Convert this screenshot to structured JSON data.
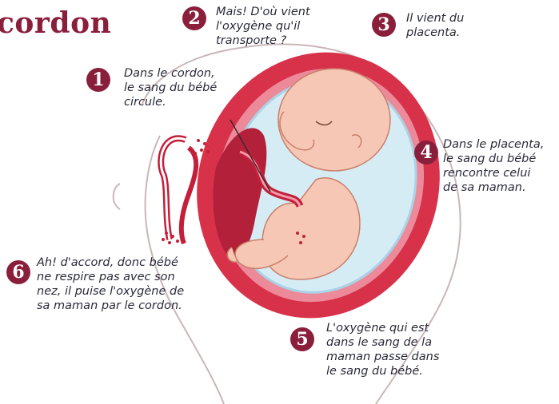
{
  "title": "cordon",
  "callouts": [
    {
      "num": "1",
      "lines": [
        "Dans le cordon,",
        "le sang du bébé",
        "circule."
      ]
    },
    {
      "num": "2",
      "lines": [
        "Mais! D'où vient",
        "l'oxygène qu'il",
        "transporte ?"
      ]
    },
    {
      "num": "3",
      "lines": [
        "Il vient du",
        "placenta."
      ]
    },
    {
      "num": "4",
      "lines": [
        "Dans le placenta,",
        "le sang du bébé",
        "rencontre celui",
        "de sa maman."
      ]
    },
    {
      "num": "5",
      "lines": [
        "L'oxygène qui est",
        "dans le sang de la",
        "maman passe dans",
        "le sang du bébé."
      ]
    },
    {
      "num": "6",
      "lines": [
        "Ah! d'accord, donc bébé",
        "ne respire pas avec son",
        "nez, il puise l'oxygène de",
        "sa maman par le cordon."
      ]
    }
  ],
  "colors": {
    "accent": "#8a1f3c",
    "uterus": "#d8324a",
    "fluid": "#d6ecf5",
    "skin": "#f6c7b4"
  }
}
